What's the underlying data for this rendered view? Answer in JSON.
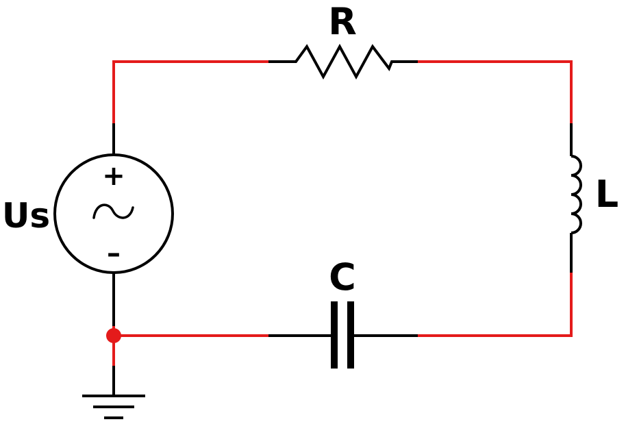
{
  "labels": {
    "resistor": "R",
    "inductor": "L",
    "capacitor": "C",
    "source": "Us",
    "source_plus": "+",
    "source_minus": "–",
    "source_symbol": "~"
  },
  "colors": {
    "highlight_wire": "#e41b1b",
    "component": "#000000",
    "background": "#ffffff"
  },
  "icons": {
    "source": "ac-voltage-source-icon",
    "resistor": "resistor-zigzag-icon",
    "inductor": "inductor-coil-icon",
    "capacitor": "capacitor-icon",
    "ground": "ground-icon",
    "node": "junction-node-icon"
  }
}
